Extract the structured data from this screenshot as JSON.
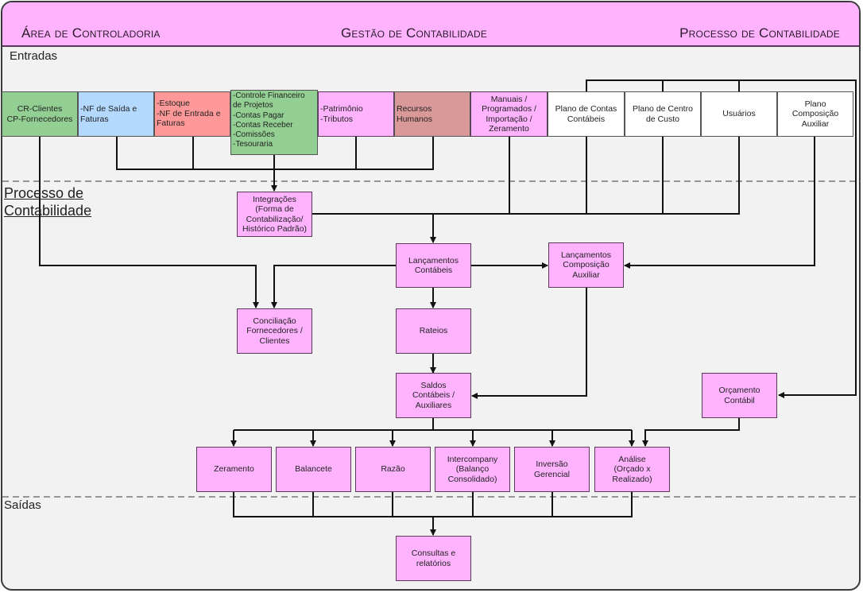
{
  "header": {
    "left": "Área de Controladoria",
    "center": "Gestão de Contabilidade",
    "right": "Processo de Contabilidade"
  },
  "lanes": {
    "entradas": "Entradas",
    "processo": "Processo de\nContabilidade",
    "saidas": "Saídas"
  },
  "colors": {
    "header": "#ffb3ff",
    "process_box": "#ffb3ff",
    "green": "#93cf93",
    "blue": "#b3d9ff",
    "red": "#ff9999",
    "rose": "#d99999",
    "white": "#ffffff",
    "background": "#f2f2f2"
  },
  "inputs": [
    {
      "id": "cr_cp",
      "text": "CR-Clientes\nCP-Fornecedores"
    },
    {
      "id": "nf_saida",
      "text": "-NF de Saída e\nFaturas"
    },
    {
      "id": "estoque",
      "text": "-Estoque\n-NF de Entrada e\nFaturas"
    },
    {
      "id": "controle_fin",
      "text": "-Controle Financeiro\nde Projetos\n-Contas Pagar\n-Contas Receber\n-Comissões\n-Tesouraria"
    },
    {
      "id": "patrimonio",
      "text": "-Patrimônio\n-Tributos"
    },
    {
      "id": "rh",
      "text": "Recursos\nHumanos"
    },
    {
      "id": "manuais",
      "text": "Manuais /\nProgramados /\nImportação /\nZeramento"
    },
    {
      "id": "plano_contas",
      "text": "Plano de Contas\nContábeis"
    },
    {
      "id": "plano_centro",
      "text": "Plano de Centro\nde Custo"
    },
    {
      "id": "usuarios",
      "text": "Usuários"
    },
    {
      "id": "plano_comp",
      "text": "Plano\nComposição\nAuxiliar"
    }
  ],
  "process": {
    "integracoes": "Integrações\n(Forma de\nContabilização/\nHistórico Padrão)",
    "lancamentos": "Lançamentos\nContábeis",
    "lanc_comp": "Lançamentos\nComposição\nAuxiliar",
    "conciliacao": "Conciliação\nFornecedores /\nClientes",
    "rateios": "Rateios",
    "saldos": "Saldos\nContábeis /\nAuxiliares",
    "orcamento": "Orçamento\nContábil"
  },
  "reports": [
    {
      "id": "zeramento",
      "text": "Zeramento"
    },
    {
      "id": "balancete",
      "text": "Balancete"
    },
    {
      "id": "razao",
      "text": "Razão"
    },
    {
      "id": "intercompany",
      "text": "Intercompany\n(Balanço\nConsolidado)"
    },
    {
      "id": "inversao",
      "text": "Inversão\nGerencial"
    },
    {
      "id": "analise",
      "text": "Análise\n(Orçado x\nRealizado)"
    }
  ],
  "outputs": {
    "consultas": "Consultas e\nrelatórios"
  }
}
